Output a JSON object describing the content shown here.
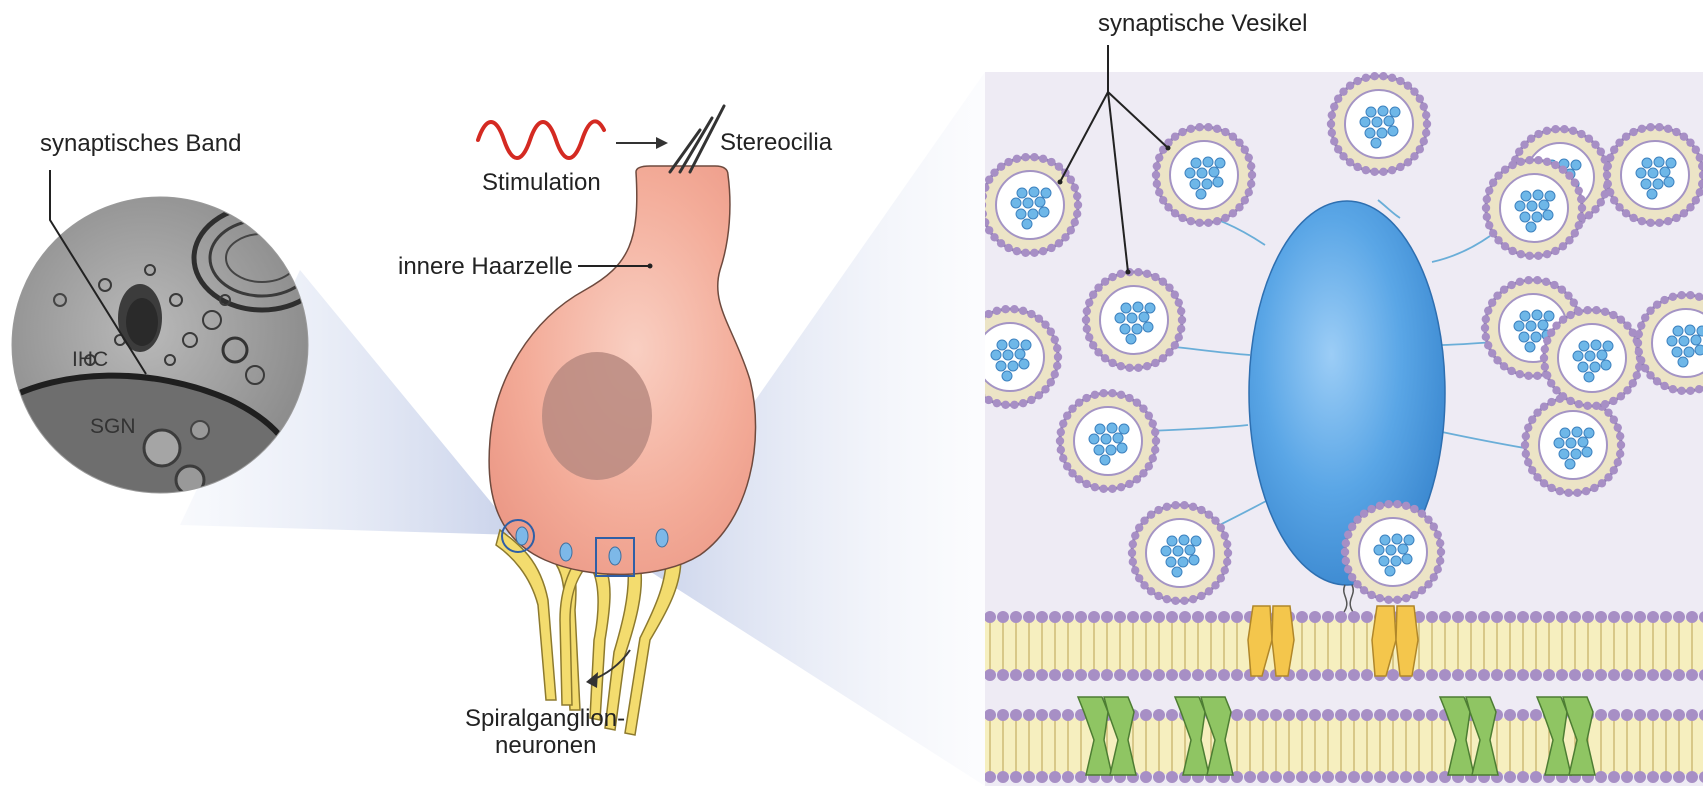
{
  "labels": {
    "ribbon": "synaptisches Band",
    "ihc": "IHC",
    "sgn": "SGN",
    "stimulation": "Stimulation",
    "stereocilia": "Stereocilia",
    "hair_cell": "innere Haarzelle",
    "spiral_line1": "Spiralganglion-",
    "spiral_line2": "neuronen",
    "vesicles": "synaptische Vesikel"
  },
  "colors": {
    "hair_cell": "#f2a794",
    "nucleus": "#b7867c",
    "neuron": "#f3dc6e",
    "ribbon_body": "#4f9fe0",
    "cleft_bg": "#eeebf4",
    "membrane_head": "#a78fc5",
    "yellow_channel": "#f4c64c",
    "green_channel": "#8fc563",
    "stim_wave": "#d42a22",
    "zoom_cone": "#c8d2ea"
  }
}
